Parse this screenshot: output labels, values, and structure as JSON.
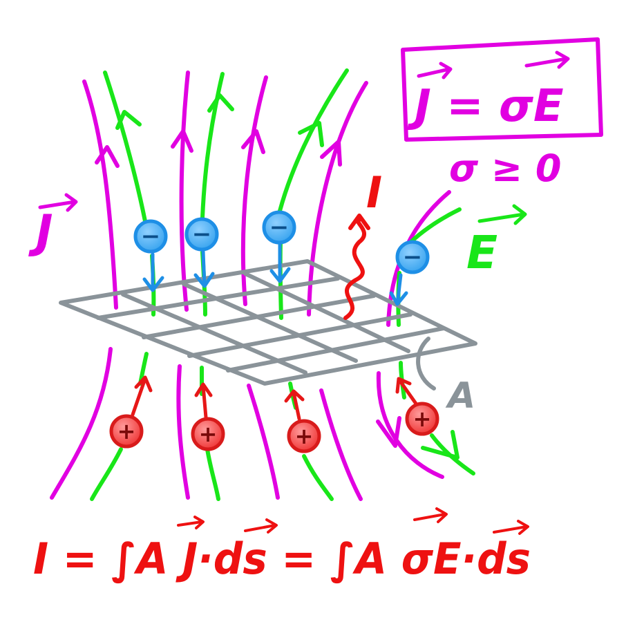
{
  "labels": {
    "j_field": "J",
    "e_field": "E",
    "current": "I",
    "area": "A",
    "ohm_law": "J = σE",
    "conductivity": "σ ≥ 0",
    "integral_equation": "I = ∫A J·ds = ∫A σE·ds"
  },
  "charges": {
    "negative_symbol": "−",
    "positive_symbol": "+"
  },
  "colors": {
    "j_lines": "#e100e1",
    "e_lines": "#19e619",
    "current": "#ee1111",
    "negative_charge": "#1e8fe6",
    "positive_charge": "#ee2222",
    "surface": "#8a9399"
  }
}
